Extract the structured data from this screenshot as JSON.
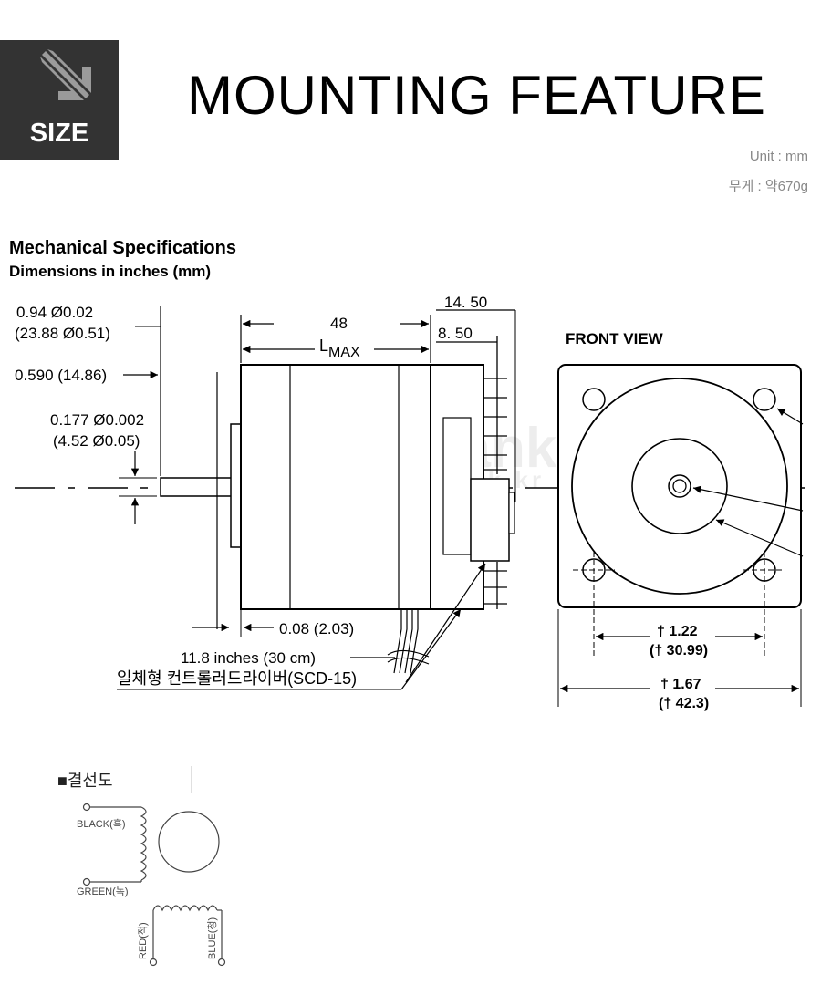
{
  "badge": {
    "label": "SIZE",
    "background": "#333333"
  },
  "header": {
    "title": "MOUNTING FEATURE"
  },
  "unit": {
    "unit_text": "Unit : mm",
    "weight_text": "무게 : 약670g"
  },
  "drawing": {
    "heading": "Mechanical Specifications",
    "subheading": "Dimensions in inches (mm)",
    "dim_shaft_len": "0.94 Ø0.02",
    "dim_shaft_len_mm": "(23.88 Ø0.51)",
    "dim_pilot": "0.590 (14.86)",
    "dim_shaft_dia": "0.177 Ø0.002",
    "dim_shaft_dia_mm": "(4.52 Ø0.05)",
    "dim_body_len": "48",
    "dim_lmax_l": "L",
    "dim_lmax_sub": "MAX",
    "dim_driver_total": "14. 50",
    "dim_driver_part": "8. 50",
    "dim_flange": "0.08 (2.03)",
    "cable_length": "11.8 inches (30 cm)",
    "controller_label": "일체형 컨트롤러드라이버(SCD-15)",
    "watermark": "motorbank",
    "watermark_url": "www.motorbank.kr",
    "front_view_title": "FRONT VIEW",
    "front_dim_hole": "† 1.22",
    "front_dim_hole_mm": "(† 30.99)",
    "front_dim_body": "† 1.67",
    "front_dim_body_mm": "(† 42.3)"
  },
  "wiring": {
    "title": "■결선도",
    "black": "BLACK(흑)",
    "green": "GREEN(녹)",
    "red": "RED(적)",
    "blue": "BLUE(청)"
  }
}
